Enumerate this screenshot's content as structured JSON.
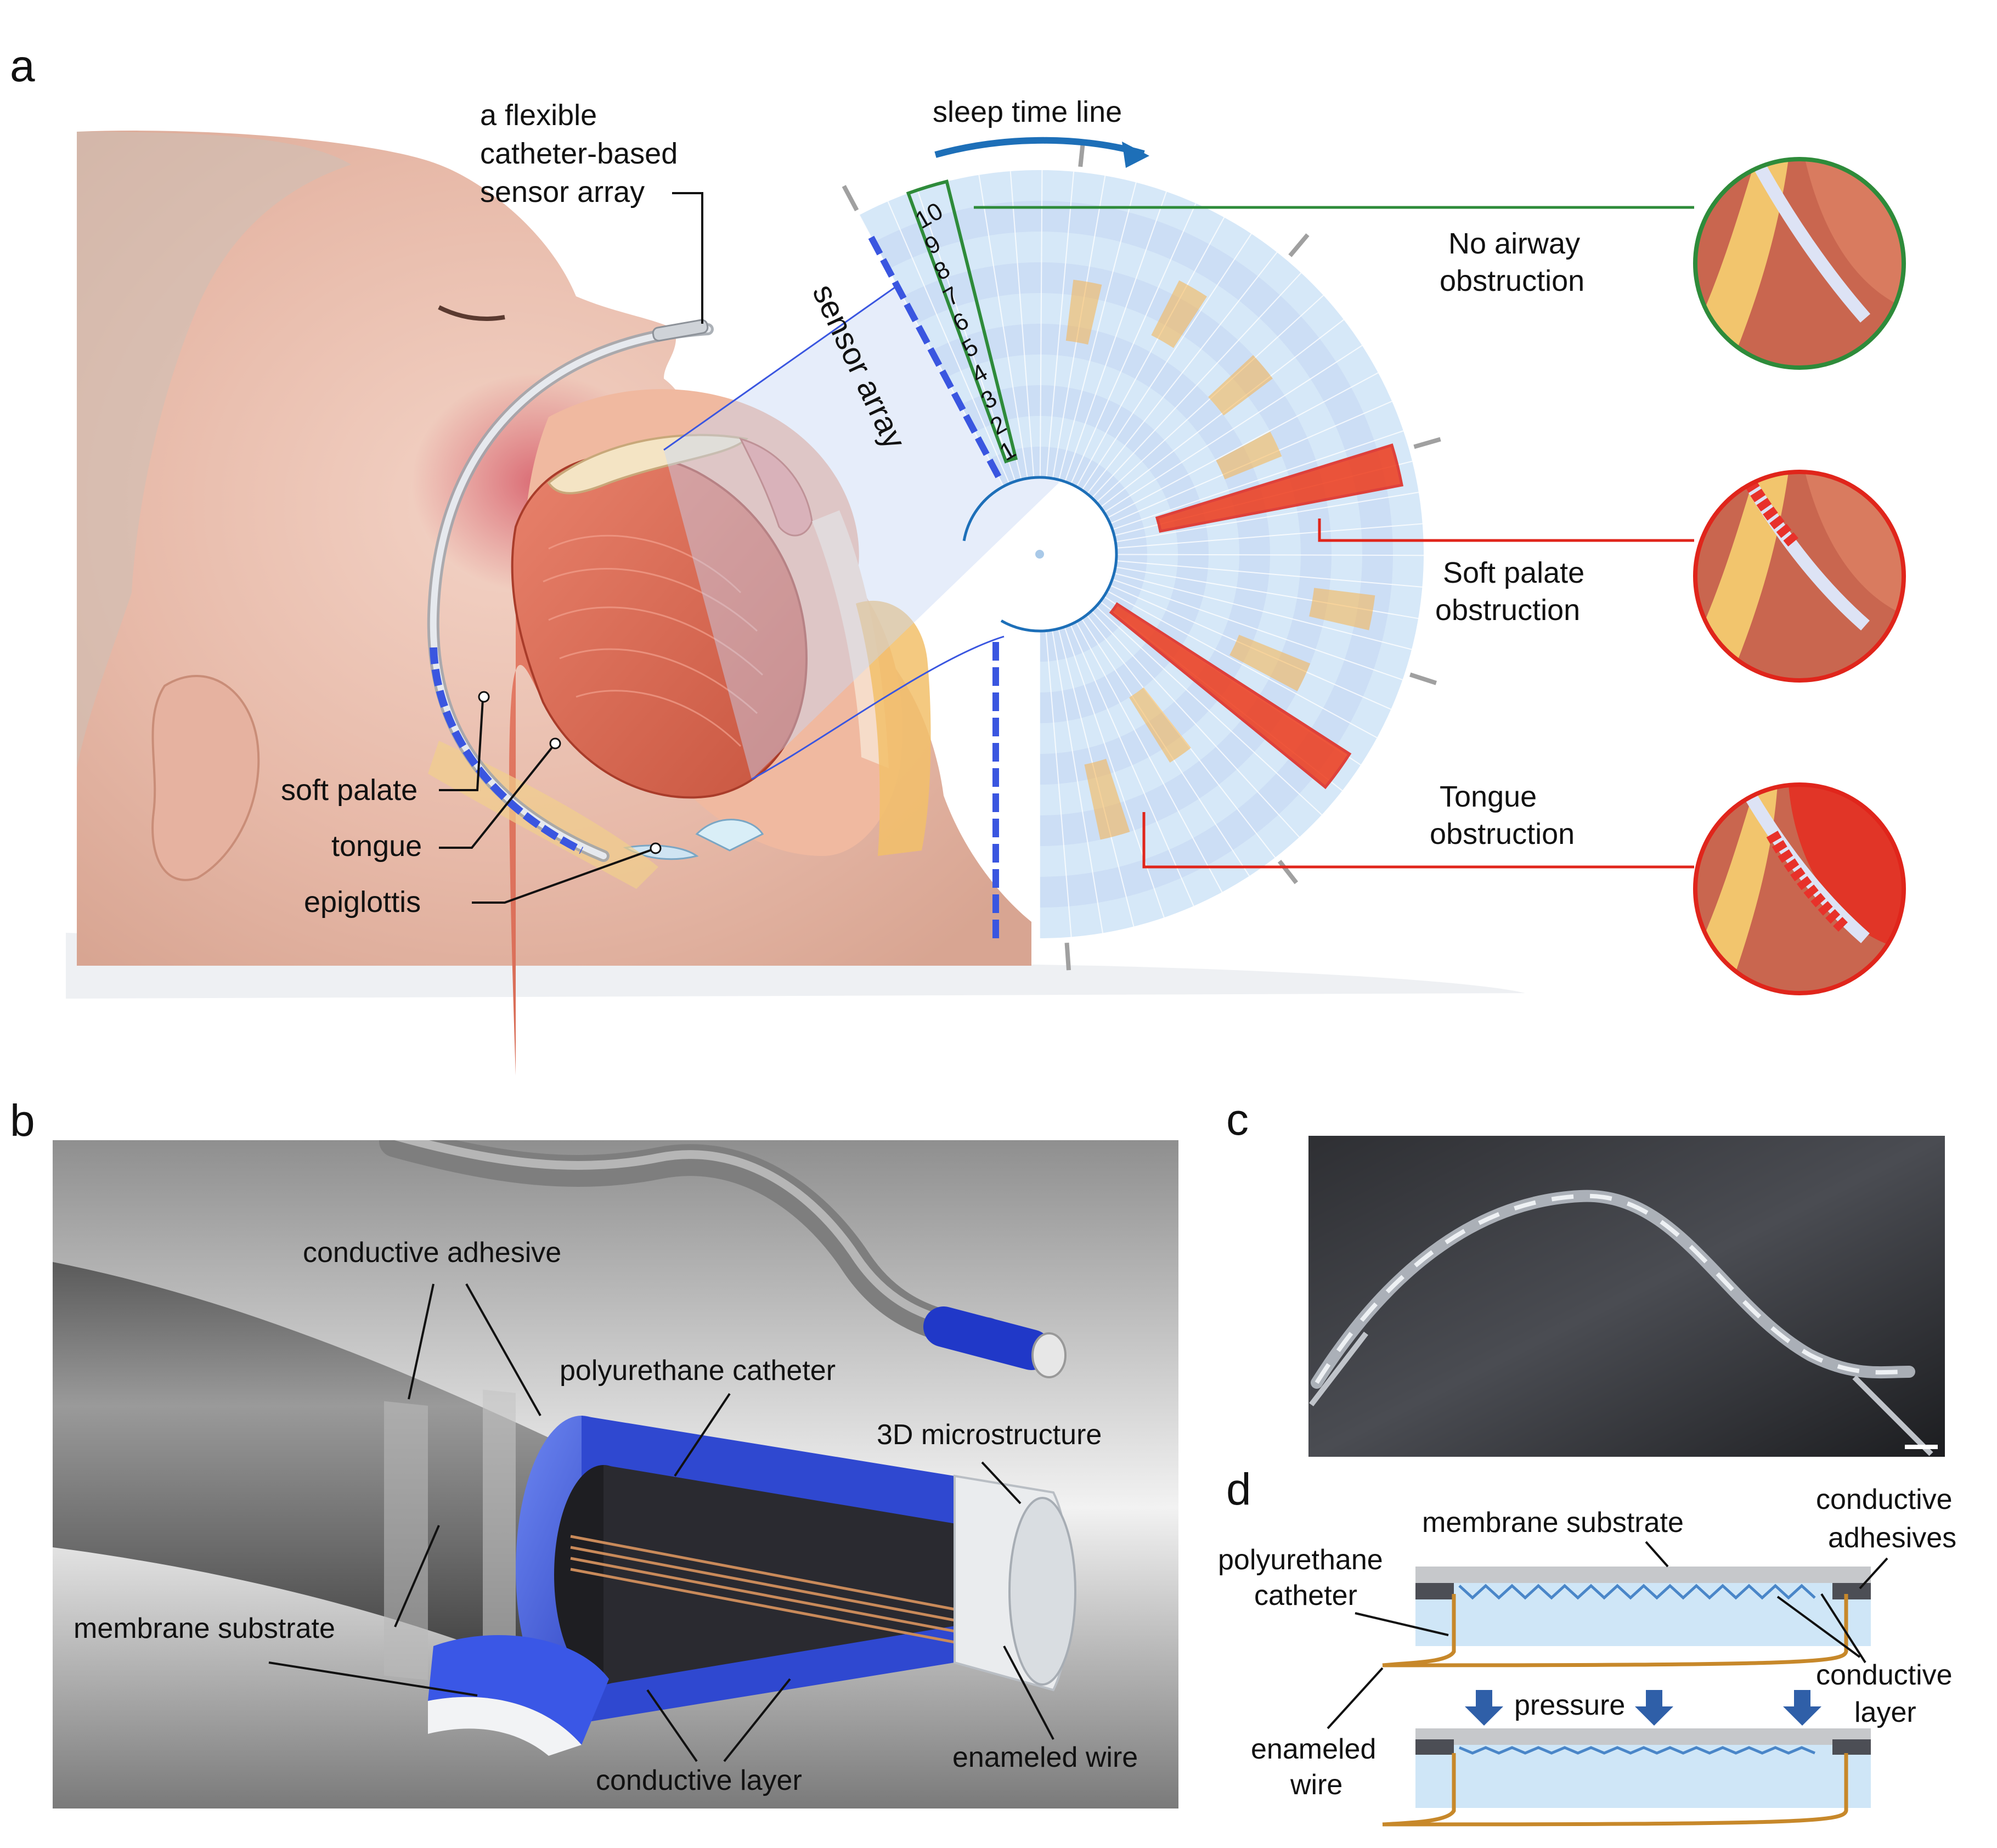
{
  "panels": {
    "a": {
      "letter": "a",
      "labels": {
        "catheter_line1": "a flexible",
        "catheter_line2": "catheter-based",
        "catheter_line3": "sensor array",
        "sleep_time_line": "sleep time line",
        "sensor_array": "sensor array",
        "soft_palate": "soft palate",
        "tongue": "tongue",
        "epiglottis": "epiglottis",
        "no_obstruction_line1": "No airway",
        "no_obstruction_line2": "obstruction",
        "soft_palate_obs_line1": "Soft palate",
        "soft_palate_obs_line2": "obstruction",
        "tongue_obs_line1": "Tongue",
        "tongue_obs_line2": "obstruction"
      },
      "sensor_numbers": [
        "10",
        "9",
        "8",
        "7",
        "6",
        "5",
        "4",
        "3",
        "2",
        "1"
      ]
    },
    "b": {
      "letter": "b",
      "labels": {
        "conductive_adhesive": "conductive adhesive",
        "polyurethane_catheter": "polyurethane catheter",
        "microstructure": "3D microstructure",
        "membrane_substrate": "membrane substrate",
        "conductive_layer": "conductive layer",
        "enameled_wire": "enameled wire"
      }
    },
    "c": {
      "letter": "c"
    },
    "d": {
      "letter": "d",
      "labels": {
        "membrane_substrate": "membrane substrate",
        "conductive_adhesives_line1": "conductive",
        "conductive_adhesives_line2": "adhesives",
        "polyurethane_line1": "polyurethane",
        "polyurethane_line2": "catheter",
        "conductive_layer_line1": "conductive",
        "conductive_layer_line2": "layer",
        "pressure": "pressure",
        "enameled_line1": "enameled",
        "enameled_line2": "wire"
      }
    }
  },
  "colors": {
    "sensor_blue": "#3a56e0",
    "green_outline": "#2e8b3a",
    "red_outline": "#e0251b",
    "arrow_blue": "#1d6fb8",
    "fan_light": "#d6e8f8",
    "hot_red": "#ee2a14",
    "warm_orange": "#f7b24a",
    "copper": "#c7882a"
  }
}
